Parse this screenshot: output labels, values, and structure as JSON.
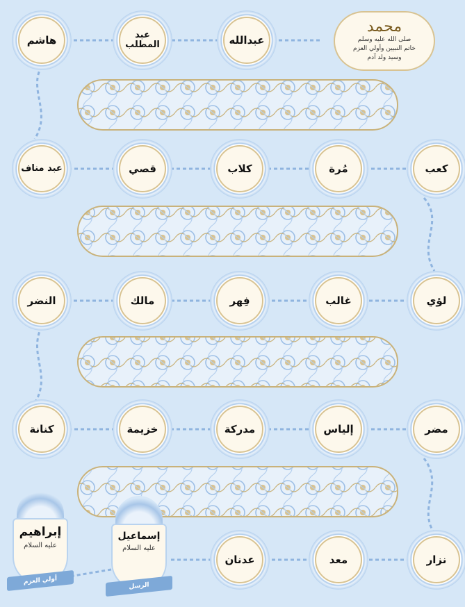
{
  "header": {
    "honorific": "صلى الله عليه وسلم",
    "title": "محمد",
    "line1": "خاتم النبيين وأولي العزم",
    "line2": "وسيد ولد آدم"
  },
  "rows": [
    [
      "عبدالله",
      "عبد المطلب",
      "هاشم"
    ],
    [
      "كعب",
      "مُرة",
      "كلاب",
      "قصي",
      "عبد مناف"
    ],
    [
      "لؤي",
      "غالب",
      "فِهر",
      "مالك",
      "النضر"
    ],
    [
      "مضر",
      "إلياس",
      "مدركة",
      "خزيمة",
      "كنانة"
    ],
    [
      "نزار",
      "معد",
      "عدنان"
    ]
  ],
  "prophets": [
    {
      "name": "إبراهيم",
      "honorific": "عليه السلام",
      "ribbon": "أولي العزم"
    },
    {
      "name": "إسماعيل",
      "honorific": "عليه السلام",
      "ribbon": "الرسل"
    }
  ],
  "colors": {
    "background": "#d6e7f7",
    "disc": "#fdf8ec",
    "gold": "#d8c392",
    "ornament_blue": "#a9c8ea",
    "ribbon": "#7ea9d8"
  }
}
